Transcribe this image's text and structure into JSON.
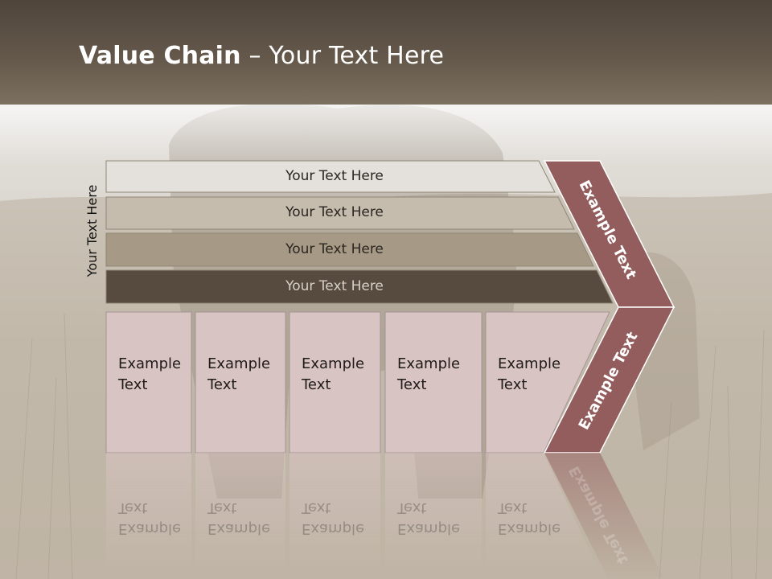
{
  "title": {
    "bold": "Value Chain",
    "rest": " – Your Text Here"
  },
  "side_label": "Your Text Here",
  "bars": [
    {
      "label": "Your Text Here",
      "fill": "#e4e1dc",
      "text": "#2b2620"
    },
    {
      "label": "Your Text Here",
      "fill": "#c6bcae",
      "text": "#2b2620"
    },
    {
      "label": "Your Text Here",
      "fill": "#a69a86",
      "text": "#2b2620"
    },
    {
      "label": "Your Text Here",
      "fill": "#564b3e",
      "text": "#d6d0c6"
    }
  ],
  "cells": [
    {
      "label": "Example\nText"
    },
    {
      "label": "Example\nText"
    },
    {
      "label": "Example\nText"
    },
    {
      "label": "Example\nText"
    },
    {
      "label": "Example\nText"
    }
  ],
  "arrow": {
    "upper_label": "Example Text",
    "lower_label": "Example Text",
    "color": "#935d5d"
  },
  "colors": {
    "cell_fill": "#d9c4c4",
    "title_band": "#5c5044"
  }
}
